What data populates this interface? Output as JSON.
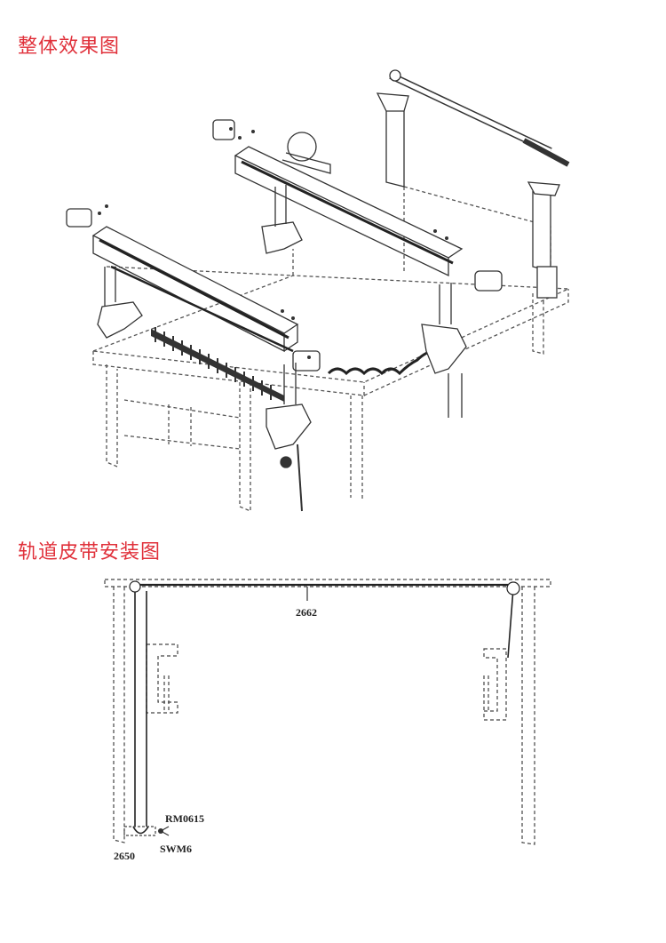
{
  "section1": {
    "title": "整体效果图"
  },
  "section2": {
    "title": "轨道皮带安装图",
    "labels": {
      "belt": "2662",
      "part_a": "RM0615",
      "part_b": "SWM6",
      "pulley": "2650"
    }
  }
}
